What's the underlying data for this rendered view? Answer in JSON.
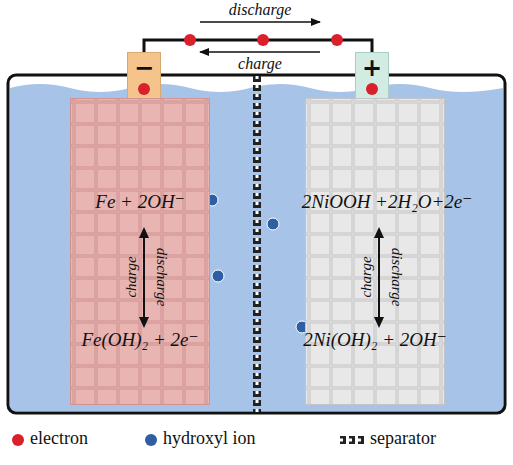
{
  "diagram": {
    "nodes": [
      {
        "text": [
          "−"
        ]
      },
      {
        "text": [
          "+"
        ]
      },
      {
        "text": [
          "charge",
          "discharge"
        ]
      },
      {
        "text": [
          "charge",
          "discharge"
        ]
      }
    ],
    "edges": [
      {
        "from": 0,
        "to": 1,
        "arrow": "none"
      }
    ],
    "labels": [
      "discharge",
      "charge",
      "Fe + 2OH⁻",
      "Fe(OH)₂ + 2e⁻",
      "2NiOOH +2H₂O+2e⁻",
      "2Ni(OH)₂ + 2OH⁻"
    ],
    "legend": [
      {
        "text": "electron",
        "color": "#d9202b"
      },
      {
        "text": "hydroxyl ion",
        "color": "#2e5fa3"
      },
      {
        "text": "separator"
      }
    ]
  }
}
